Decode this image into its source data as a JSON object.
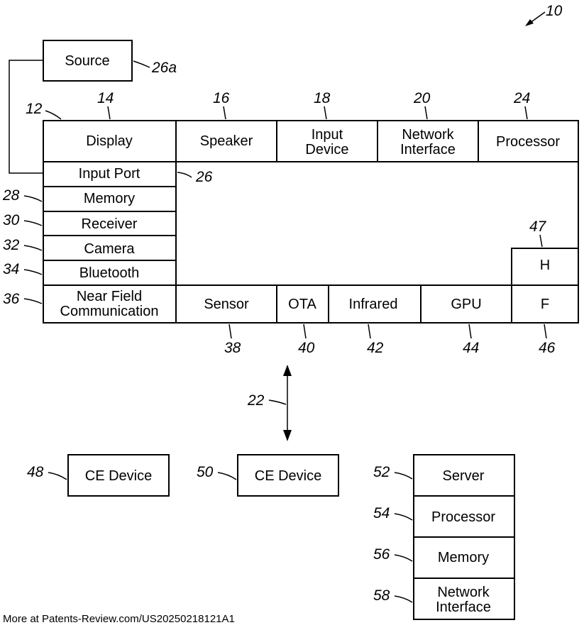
{
  "figure_ref": "10",
  "source": {
    "label": "Source",
    "ref": "26a"
  },
  "device": {
    "ref": "12",
    "top_row": [
      {
        "label": "Display",
        "ref": "14"
      },
      {
        "label": "Speaker",
        "ref": "16"
      },
      {
        "label": [
          "Input",
          "Device"
        ],
        "ref": "18"
      },
      {
        "label": [
          "Network",
          "Interface"
        ],
        "ref": "20"
      },
      {
        "label": "Processor",
        "ref": "24"
      }
    ],
    "left_column": [
      {
        "label": "Input Port",
        "ref": "26"
      },
      {
        "label": "Memory",
        "ref": "28"
      },
      {
        "label": "Receiver",
        "ref": "30"
      },
      {
        "label": "Camera",
        "ref": "32"
      },
      {
        "label": "Bluetooth",
        "ref": "34"
      },
      {
        "label": [
          "Near Field",
          "Communication"
        ],
        "ref": "36"
      }
    ],
    "bottom_row": [
      {
        "label": "Sensor",
        "ref": "38"
      },
      {
        "label": "OTA",
        "ref": "40"
      },
      {
        "label": "Infrared",
        "ref": "42"
      },
      {
        "label": "GPU",
        "ref": "44"
      },
      {
        "label": "F",
        "ref": "46"
      }
    ],
    "h_box": {
      "label": "H",
      "ref": "47"
    }
  },
  "network": {
    "ref": "22"
  },
  "ce_devices": [
    {
      "label": "CE Device",
      "ref": "48"
    },
    {
      "label": "CE Device",
      "ref": "50"
    }
  ],
  "server": {
    "ref": "52",
    "cells": [
      {
        "label": "Server",
        "ref": "52"
      },
      {
        "label": "Processor",
        "ref": "54"
      },
      {
        "label": "Memory",
        "ref": "56"
      },
      {
        "label": [
          "Network",
          "Interface"
        ],
        "ref": "58"
      }
    ]
  },
  "footer": "More at Patents-Review.com/US20250218121A1"
}
